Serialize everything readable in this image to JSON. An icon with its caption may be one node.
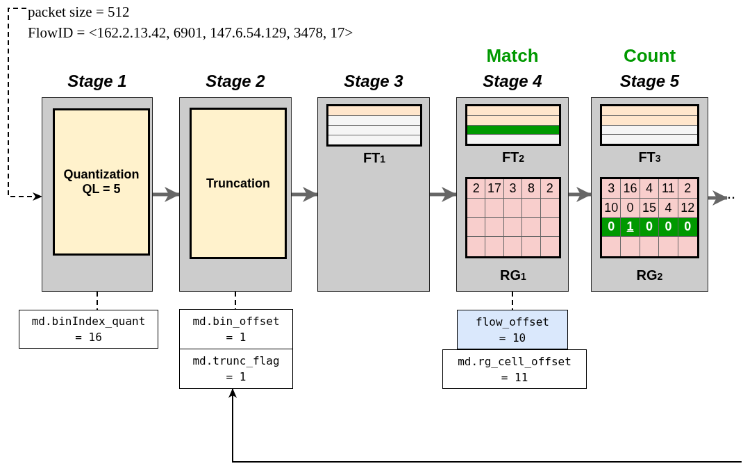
{
  "diagram": {
    "nodes": [
      {
        "text": [
          "packet size = 512",
          "FlowID = <162.2.13.42, 6901, 147.6.54.129, 3478, 17>"
        ]
      },
      {
        "text": [
          "Stage 1"
        ]
      },
      {
        "text": [
          "Quantization QL = 5"
        ],
        "in": 1
      },
      {
        "text": [
          "Stage 2"
        ]
      },
      {
        "text": [
          "Truncation"
        ],
        "in": 3
      },
      {
        "text": [
          "Stage 3"
        ]
      },
      {
        "text": [
          "FT$_{1}$"
        ],
        "in": 5
      },
      {
        "text": [
          "Match",
          "Stage 4"
        ]
      },
      {
        "text": [
          "FT$_{2}$"
        ],
        "in": 7
      },
      {
        "text": [
          "2",
          "17",
          "3",
          "8",
          "2",
          "RG$_{1}$"
        ],
        "in": 7
      },
      {
        "text": [
          "Count",
          "Stage 5"
        ]
      },
      {
        "text": [
          "FT$_{3}$"
        ],
        "in": 10
      },
      {
        "text": [
          "3",
          "16",
          "4",
          "11",
          "2",
          "10",
          "0",
          "15",
          "4",
          "12",
          "0",
          "1",
          "0",
          "0",
          "0",
          "RG$_{2}$"
        ],
        "in": 10
      },
      {
        "text": [
          ".."
        ]
      },
      {
        "text": [
          "md.binIndex_quant = 16"
        ]
      },
      {
        "text": [
          "md.bin_offset = 1"
        ]
      },
      {
        "text": [
          "md.trunc_flag = 1"
        ]
      },
      {
        "text": [
          "flow_offset = 10"
        ]
      },
      {
        "text": [
          "md.rg_cell_offset = 11"
        ]
      }
    ],
    "edges": [
      {
        "from": 0,
        "to": 1,
        "arrow": "to",
        "style": "dashed"
      },
      {
        "from": 1,
        "to": 3,
        "arrow": "to",
        "style": "thick",
        "color": "#666666"
      },
      {
        "from": 3,
        "to": 5,
        "arrow": "to",
        "style": "thick",
        "color": "#666666"
      },
      {
        "from": 5,
        "to": 7,
        "arrow": "to",
        "style": "thick",
        "color": "#666666"
      },
      {
        "from": 7,
        "to": 10,
        "arrow": "to",
        "style": "thick",
        "color": "#666666"
      },
      {
        "from": 10,
        "to": 13,
        "arrow": "to",
        "style": "thick",
        "color": "#666666"
      },
      {
        "from": 1,
        "to": 14,
        "arrow": "none",
        "style": "dashed"
      },
      {
        "from": 3,
        "to": 15,
        "arrow": "none",
        "style": "dashed"
      },
      {
        "from": 7,
        "to": 17,
        "arrow": "none",
        "style": "dashed"
      },
      {
        "from": null,
        "to": 16,
        "arrow": "to"
      }
    ]
  }
}
